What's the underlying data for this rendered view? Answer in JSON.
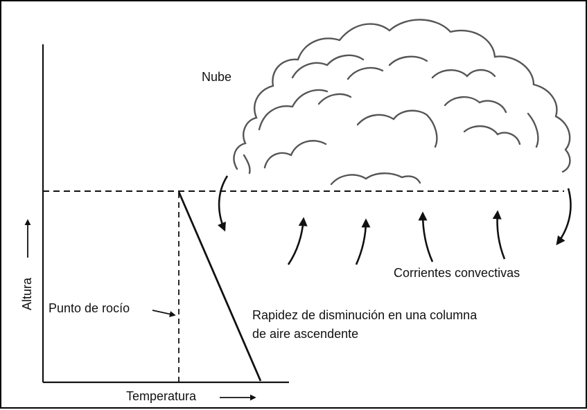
{
  "labels": {
    "cloud": "Nube",
    "convection": "Corrientes convectivas",
    "dew_point": "Punto de rocío",
    "lapse_rate": "Rapidez de disminución en una columna de aire ascendente",
    "x_axis": "Temperatura",
    "y_axis": "Altura"
  },
  "colors": {
    "line": "#111111",
    "cloud_outline": "#555555",
    "background": "#ffffff"
  },
  "icons": {
    "axis_arrow": "arrow-right-icon",
    "flow_arrow": "curved-arrow-icon"
  }
}
